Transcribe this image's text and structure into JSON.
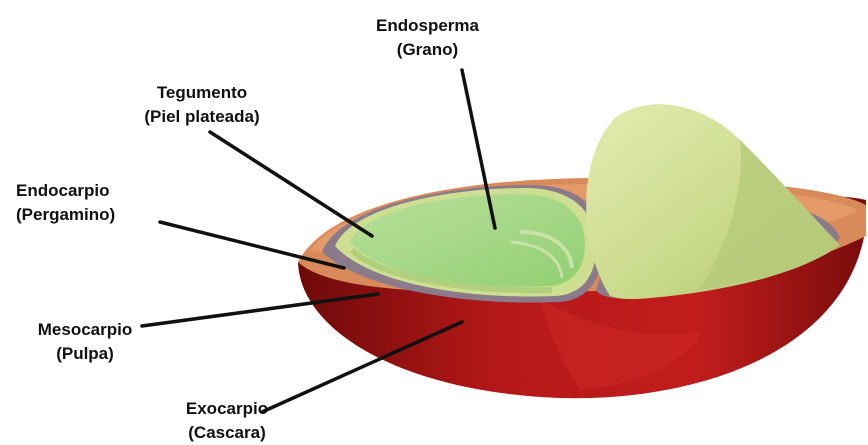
{
  "labels": {
    "endosperma": {
      "name": "Endosperma",
      "detail": "(Grano)"
    },
    "tegumento": {
      "name": "Tegumento",
      "detail": "(Piel plateada)"
    },
    "endocarpio": {
      "name": "Endocarpio",
      "detail": "(Pergamino)"
    },
    "mesocarpio": {
      "name": "Mesocarpio",
      "detail": "(Pulpa)"
    },
    "exocarpio": {
      "name": "Exocarpio",
      "detail": "(Cascara)"
    }
  },
  "colors": {
    "exocarp": "#a81414",
    "mesocarp": "#d98a5a",
    "endocarp": "#8a7a8a",
    "tegument": "#c9d98a",
    "endosperm": "#9fd67a",
    "leader_line": "#111111"
  }
}
